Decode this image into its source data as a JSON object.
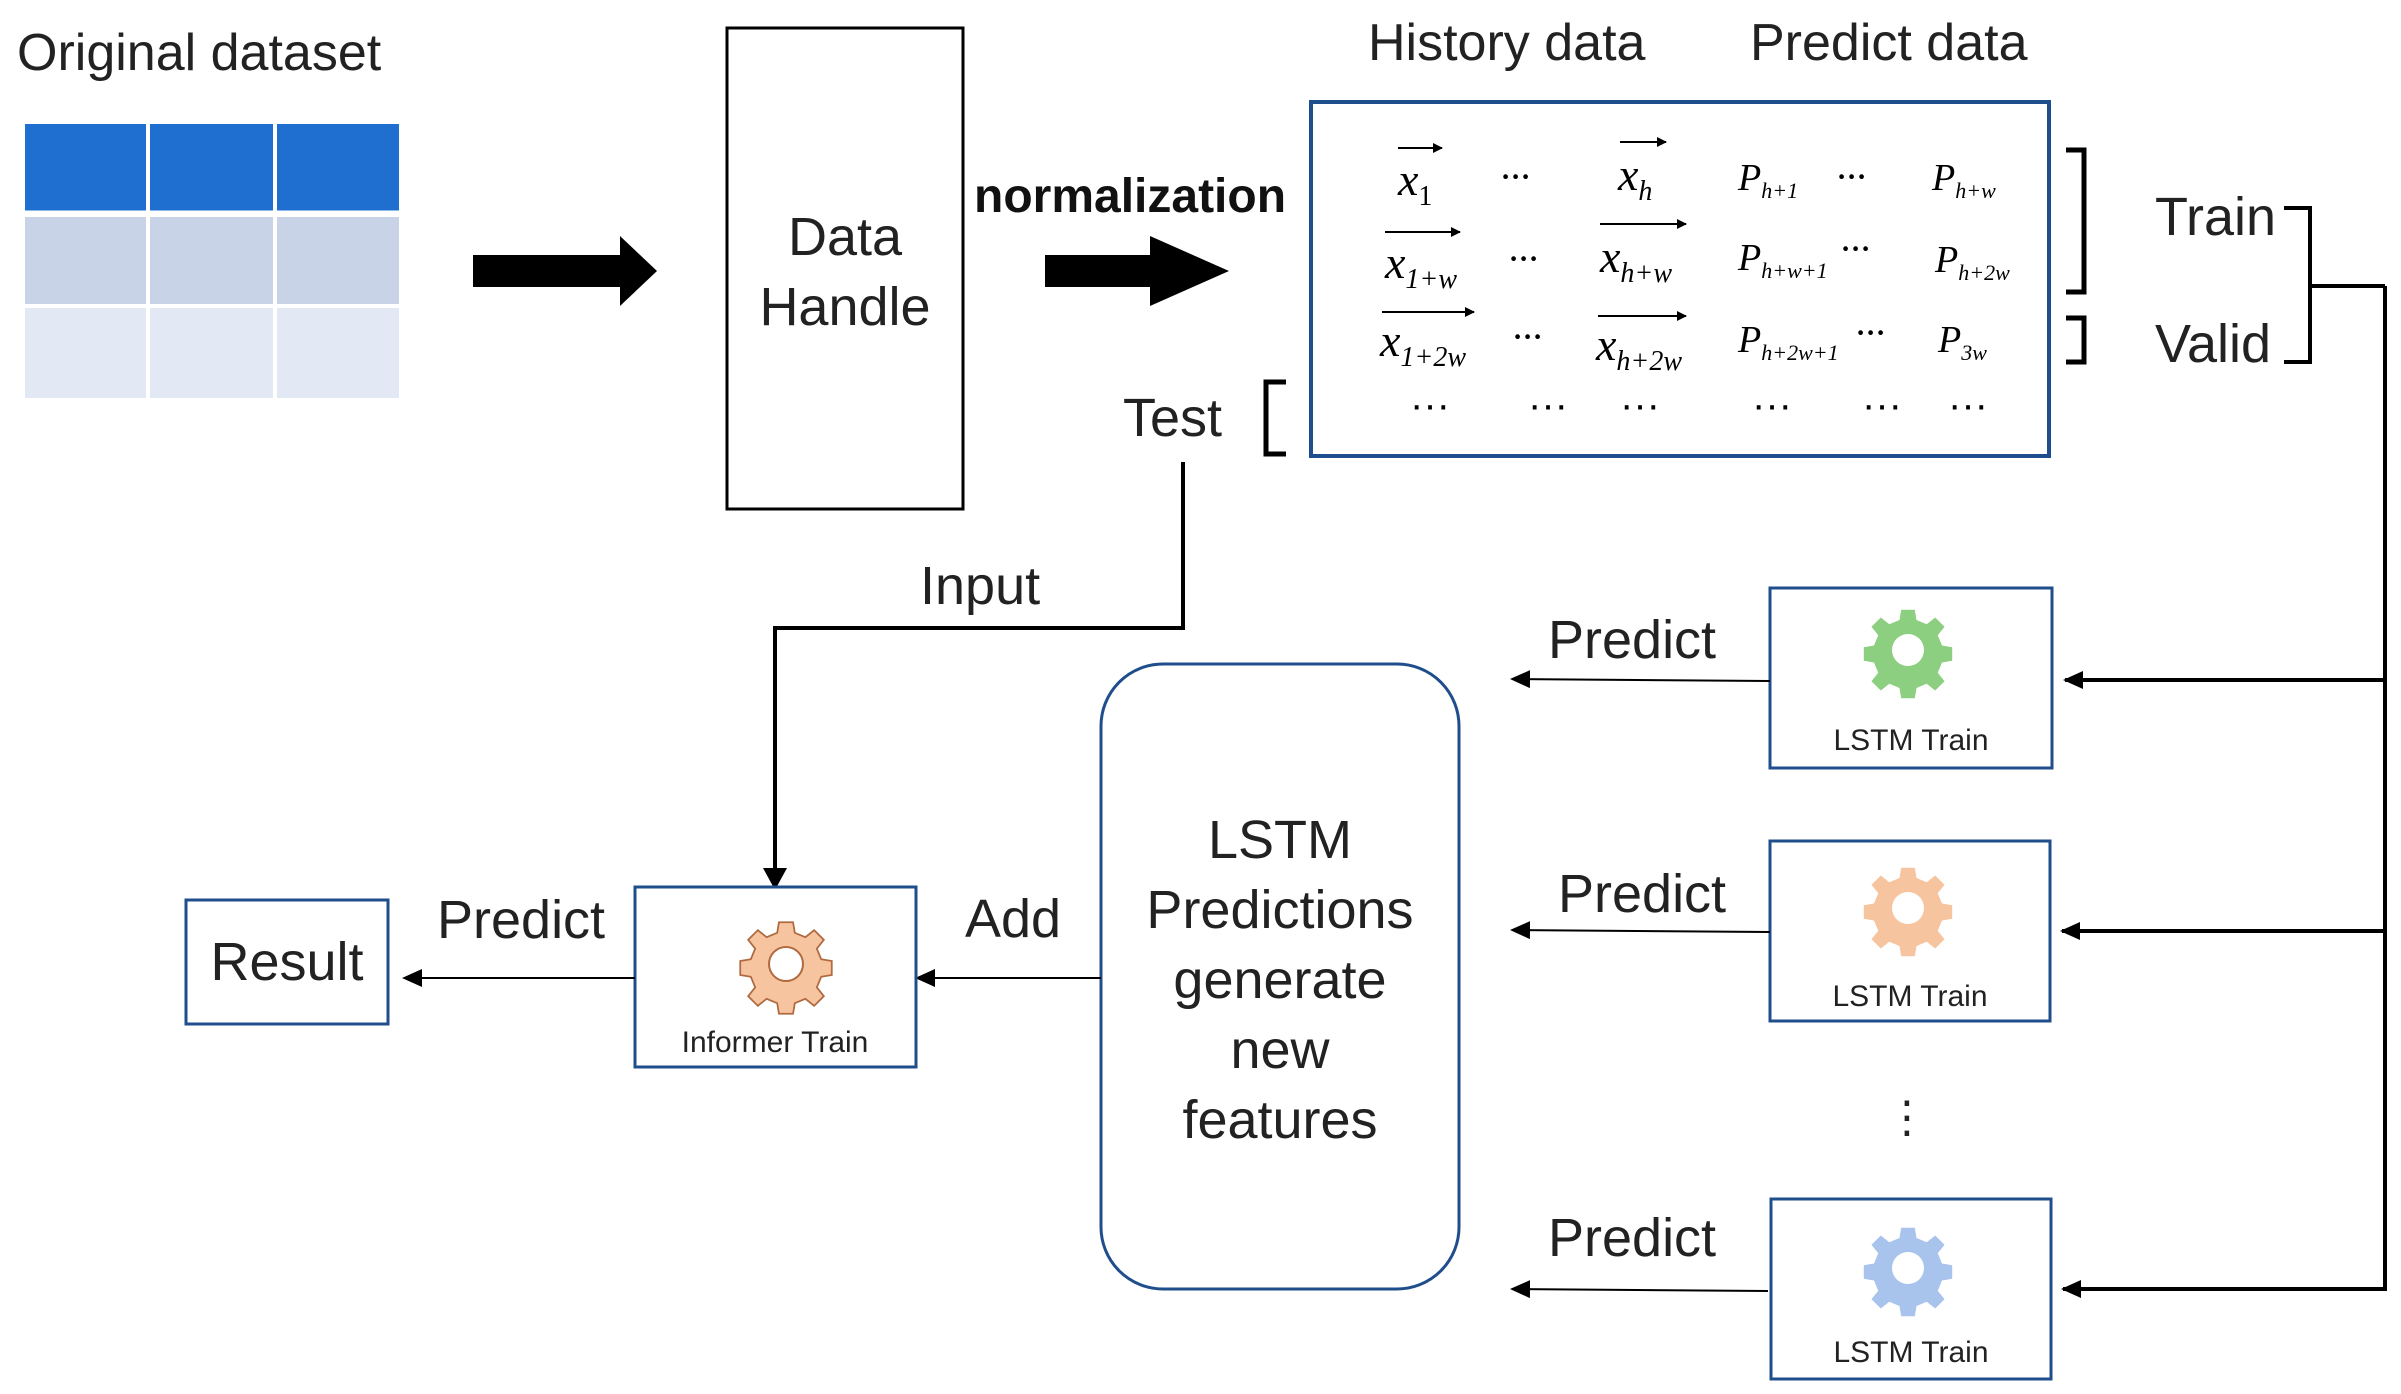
{
  "labels": {
    "original_dataset": "Original dataset",
    "data_handle_line1": "Data",
    "data_handle_line2": "Handle",
    "normalization": "normalization",
    "history_data": "History data",
    "predict_data": "Predict data",
    "train": "Train",
    "valid": "Valid",
    "test": "Test",
    "input": "Input",
    "add": "Add",
    "result": "Result",
    "predict_result": "Predict",
    "predict_1": "Predict",
    "predict_2": "Predict",
    "predict_3": "Predict",
    "informer_train": "Informer Train",
    "lstm_train_1": "LSTM Train",
    "lstm_train_2": "LSTM Train",
    "lstm_train_3": "LSTM Train",
    "vertical_ellipsis": "⋮",
    "lstm_box_lines": [
      "LSTM",
      "Predictions",
      "generate",
      "new",
      "features"
    ]
  },
  "matrix": {
    "ellipsis": "···",
    "row1": {
      "h1": "x",
      "h1_sub": "1",
      "h2": "x",
      "h2_sub": "h",
      "p1": "P",
      "p1_sub": "h+1",
      "p2": "P",
      "p2_sub": "h+w"
    },
    "row2": {
      "h1": "x",
      "h1_sub": "1+w",
      "h2": "x",
      "h2_sub": "h+w",
      "p1": "P",
      "p1_sub": "h+w+1",
      "p2": "P",
      "p2_sub": "h+2w"
    },
    "row3": {
      "h1": "x",
      "h1_sub": "1+2w",
      "h2": "x",
      "h2_sub": "h+2w",
      "p1": "P",
      "p1_sub": "h+2w+1",
      "p2": "P",
      "p2_sub": "3w"
    }
  },
  "colors": {
    "table_header": "#1f6fd1",
    "table_row2": "#c8d3e8",
    "table_row3": "#e3e8f5",
    "box_border": "#1f4e8c",
    "gear_green": "#8ccf80",
    "gear_orange": "#f7c4a0",
    "gear_blue": "#a9c4ec"
  }
}
